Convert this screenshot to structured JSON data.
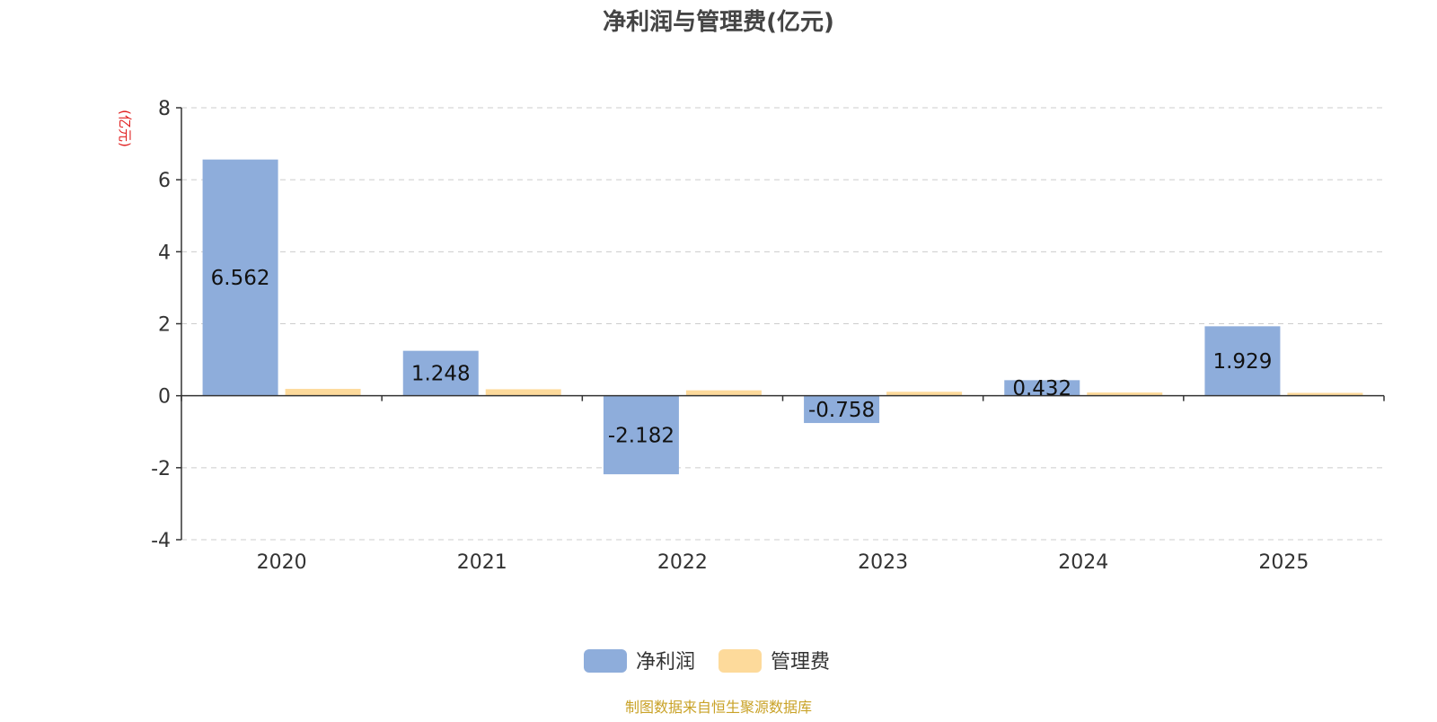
{
  "chart_data": {
    "type": "bar",
    "title": "净利润与管理费(亿元)",
    "ylabel": "(亿元)",
    "xlabel": "",
    "categories": [
      "2020",
      "2021",
      "2022",
      "2023",
      "2024",
      "2025"
    ],
    "series": [
      {
        "name": "净利润",
        "values": [
          6.562,
          1.248,
          -2.182,
          -0.758,
          0.432,
          1.929
        ],
        "color": "#8EADDB",
        "show_labels": true
      },
      {
        "name": "管理费",
        "values": [
          0.19,
          0.18,
          0.15,
          0.11,
          0.09,
          0.08
        ],
        "color": "#FDDA9B",
        "show_labels": false
      }
    ],
    "ylim": [
      -4,
      8
    ],
    "yticks": [
      -4,
      -2,
      0,
      2,
      4,
      6,
      8
    ],
    "grid": true,
    "legend_position": "bottom-center"
  },
  "source_note": "制图数据来自恒生聚源数据库",
  "colors": {
    "title": "#444444",
    "axis": "#333333",
    "grid": "#cccccc",
    "ylabel": "#e02020",
    "source": "#c9a227"
  }
}
